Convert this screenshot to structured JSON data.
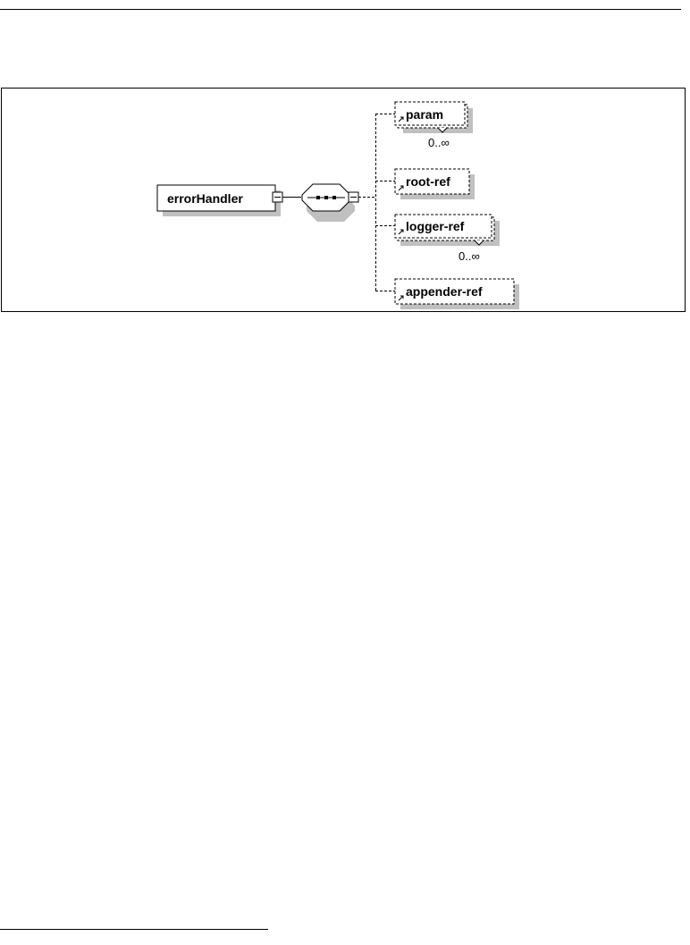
{
  "diagram": {
    "root": {
      "label": "errorHandler"
    },
    "compositor": {
      "kind": "sequence"
    },
    "children": [
      {
        "label": "param",
        "cardinality": "0..∞"
      },
      {
        "label": "root-ref",
        "cardinality": ""
      },
      {
        "label": "logger-ref",
        "cardinality": "0..∞"
      },
      {
        "label": "appender-ref",
        "cardinality": ""
      }
    ]
  },
  "colors": {
    "line": "#000000",
    "shadow": "#c0c0c0",
    "background": "#ffffff"
  }
}
